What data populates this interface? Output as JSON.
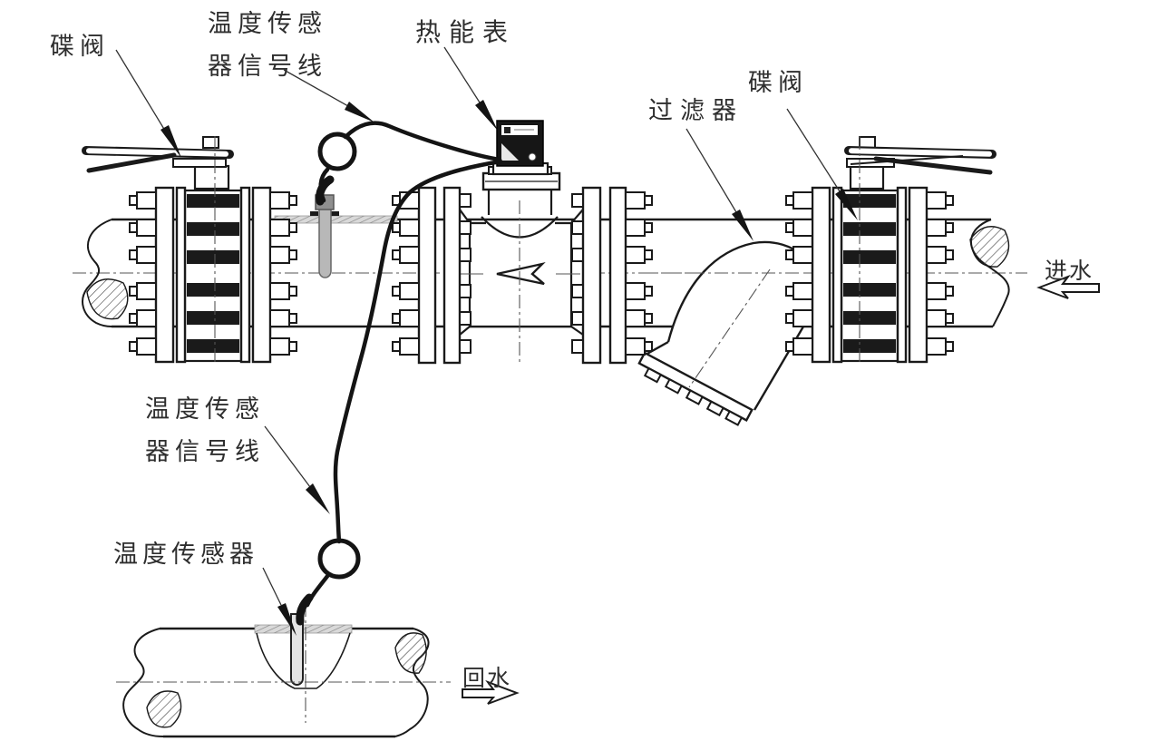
{
  "diagram": {
    "title": "heat-meter installation schematic",
    "labels": {
      "valve_left": "碟阀",
      "signal_cable_supply_line1": "温度传感",
      "signal_cable_supply_line2": "器信号线",
      "heat_meter": "热能表",
      "strainer": "过滤器",
      "valve_right": "碟阀",
      "inlet_flow": "进水",
      "signal_cable_return_line1": "温度传感",
      "signal_cable_return_line2": "器信号线",
      "temp_sensor": "温度传感器",
      "return_flow": "回水"
    },
    "flow": {
      "inlet_direction": "left",
      "return_direction": "right"
    },
    "colors": {
      "line": "#1a1a1a",
      "text": "#2e2e2e",
      "cable": "#141414",
      "probe_gray": "#b8b8b8",
      "background": "#ffffff"
    }
  }
}
